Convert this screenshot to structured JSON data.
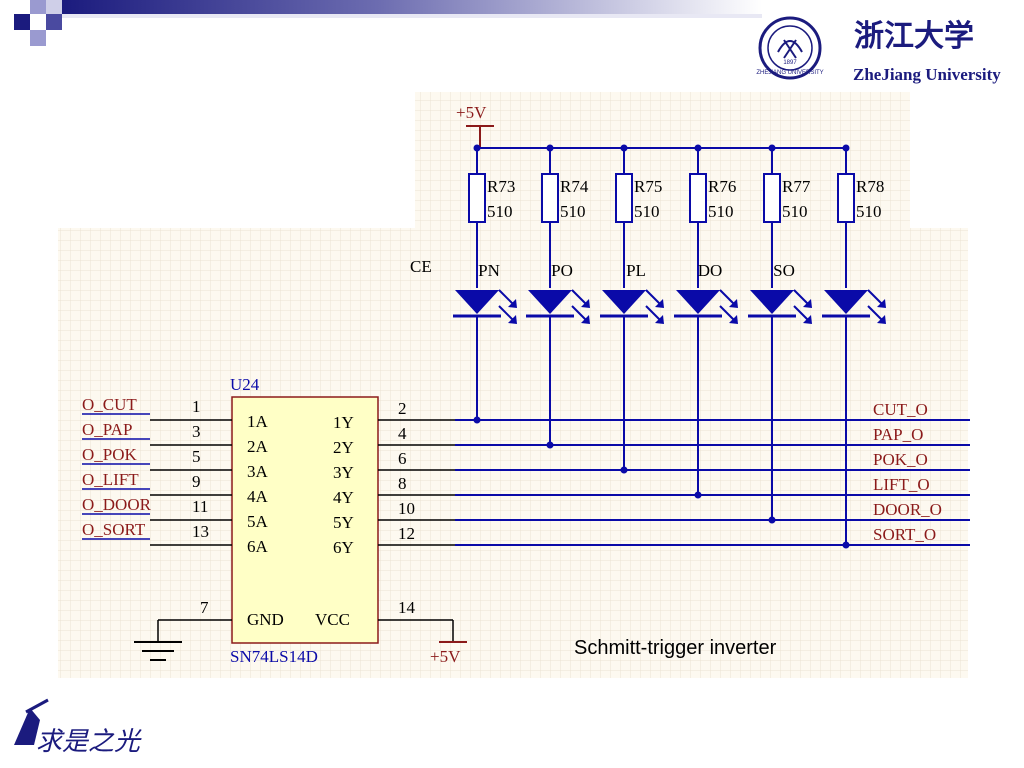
{
  "header": {
    "university_cn": "浙江大学",
    "university_en": "ZheJiang University",
    "seal_year": "1897",
    "seal_text": "ZHEJIANG UNIVERSITY"
  },
  "footer_logo_text": "求是之光",
  "colors": {
    "wire": "#0a0aa8",
    "resistor": "#0a0aa8",
    "ic_fill": "#ffffc6",
    "ic_stroke": "#8b1a1a",
    "label": "#8b1a1a",
    "grid_bg": "#fdf9f0",
    "grid_line": "#ebe3d3",
    "pin": "#000000"
  },
  "schematic": {
    "supply_top": "+5V",
    "supply_bottom": "+5V",
    "ce_label": "CE",
    "resistors": [
      {
        "ref": "R73",
        "value": "510"
      },
      {
        "ref": "R74",
        "value": "510"
      },
      {
        "ref": "R75",
        "value": "510"
      },
      {
        "ref": "R76",
        "value": "510"
      },
      {
        "ref": "R77",
        "value": "510"
      },
      {
        "ref": "R78",
        "value": "510"
      }
    ],
    "leds": [
      "PN",
      "PO",
      "PL",
      "DO",
      "SO",
      ""
    ],
    "ic": {
      "ref": "U24",
      "part": "SN74LS14D",
      "inputs": [
        {
          "signal": "O_CUT",
          "pin": "1",
          "name": "1A"
        },
        {
          "signal": "O_PAP",
          "pin": "3",
          "name": "2A"
        },
        {
          "signal": "O_POK",
          "pin": "5",
          "name": "3A"
        },
        {
          "signal": "O_LIFT",
          "pin": "9",
          "name": "4A"
        },
        {
          "signal": "O_DOOR",
          "pin": "11",
          "name": "5A"
        },
        {
          "signal": "O_SORT",
          "pin": "13",
          "name": "6A"
        }
      ],
      "outputs": [
        {
          "signal": "CUT_O",
          "pin": "2",
          "name": "1Y"
        },
        {
          "signal": "PAP_O",
          "pin": "4",
          "name": "2Y"
        },
        {
          "signal": "POK_O",
          "pin": "6",
          "name": "3Y"
        },
        {
          "signal": "LIFT_O",
          "pin": "8",
          "name": "4Y"
        },
        {
          "signal": "DOOR_O",
          "pin": "10",
          "name": "5Y"
        },
        {
          "signal": "SORT_O",
          "pin": "12",
          "name": "6Y"
        }
      ],
      "gnd_pin": "7",
      "gnd_name": "GND",
      "vcc_pin": "14",
      "vcc_name": "VCC"
    },
    "caption": "Schmitt-trigger inverter"
  }
}
